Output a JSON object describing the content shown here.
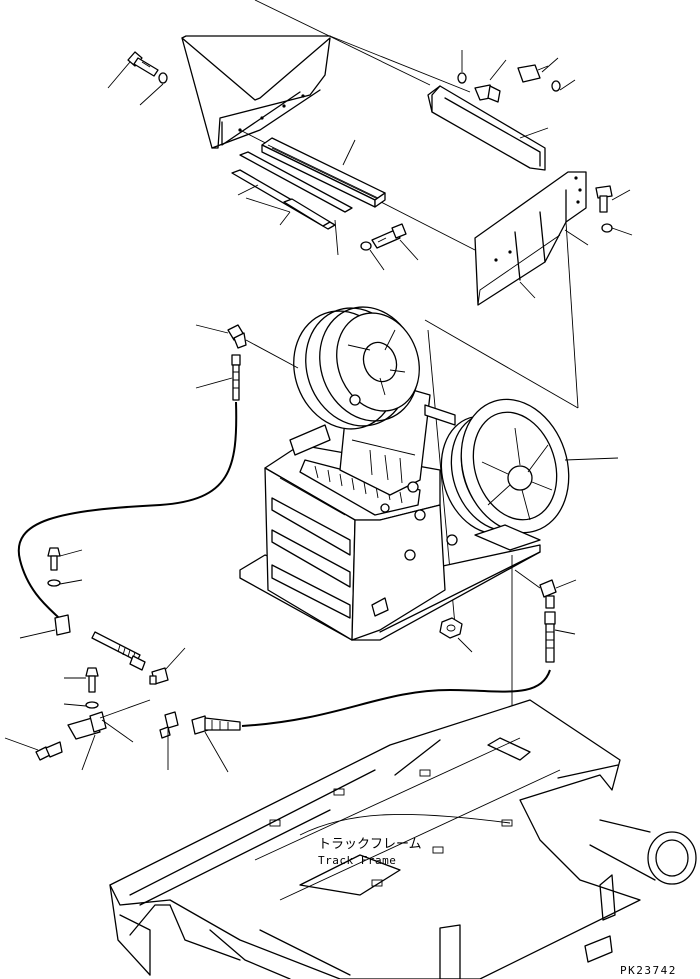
{
  "labels": {
    "track_frame_jp": "トラックフレーム",
    "track_frame_en": "Track Frame",
    "drawing_code": "PK23742"
  }
}
